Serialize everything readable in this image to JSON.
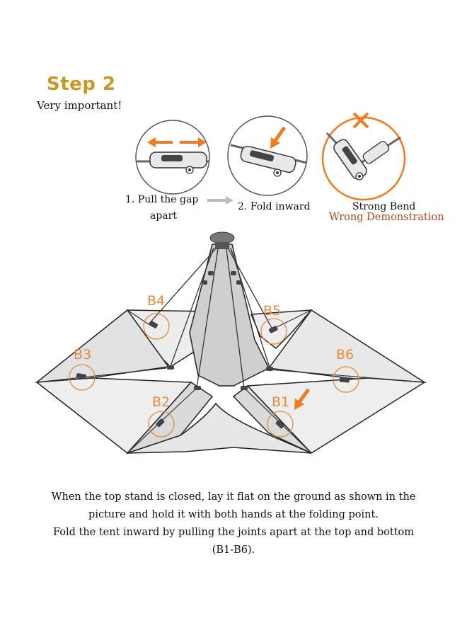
{
  "step_title": "Step 2",
  "subtitle": "Very important!",
  "steps": [
    {
      "caption_line1": "1. Pull the gap",
      "caption_line2": "apart"
    },
    {
      "caption": "2. Fold inward"
    },
    {
      "caption": "Strong Bend",
      "warning": "Wrong Demonstration"
    }
  ],
  "joint_labels": [
    "B1",
    "B2",
    "B3",
    "B4",
    "B5",
    "B6"
  ],
  "instructions": {
    "line1": "When the top stand is closed, lay it flat on the ground as shown in the",
    "line2": "picture and hold it with both hands at the folding point.",
    "line3": "Fold the tent inward by pulling the joints apart at the top and bottom",
    "line4": "(B1-B6)."
  },
  "colors": {
    "title": "#c9981f",
    "accent": "#f07a1e",
    "label": "#e58a3c",
    "warning": "#b5441c"
  }
}
